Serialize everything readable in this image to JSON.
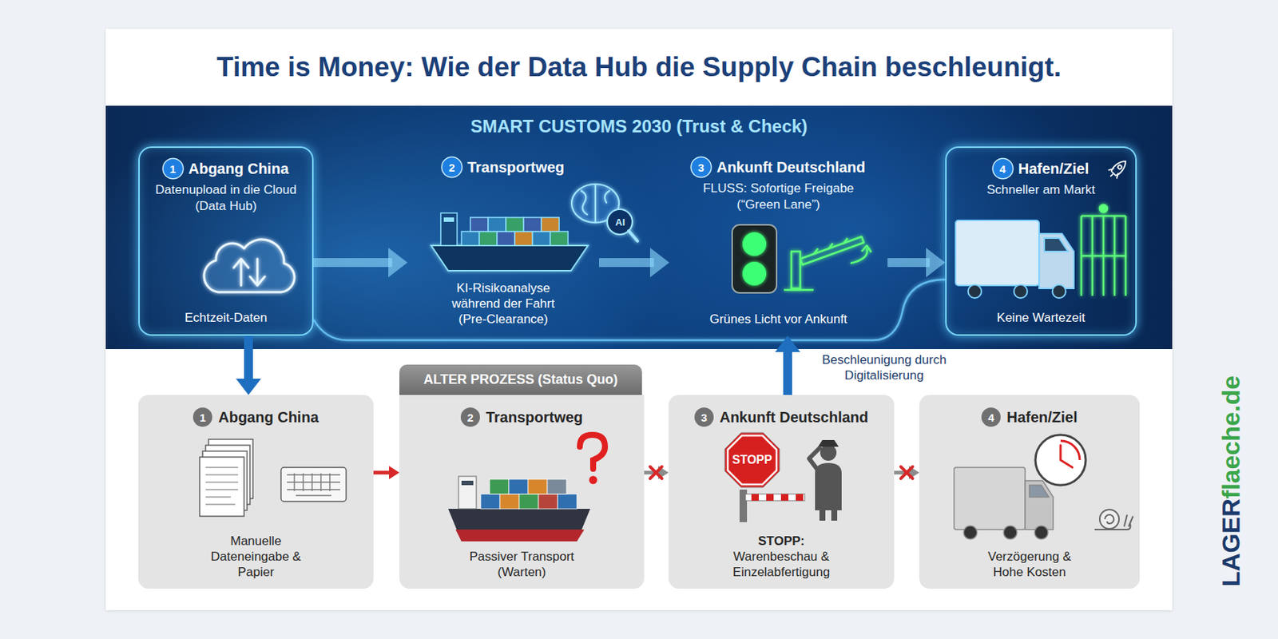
{
  "diagram": {
    "title": "Time is Money: Wie der Data Hub die Supply Chain beschleunigt.",
    "nodes": [
      {
        "text": [
          "SMART CUSTOMS 2030 (Trust & Check)"
        ]
      },
      {
        "text": [
          "1",
          "Abgang China",
          "Datenupload in die Cloud (Data Hub)",
          "Echtzeit-Daten"
        ],
        "in": 0
      },
      {
        "text": [
          "2",
          "Transportweg",
          "KI-Risikoanalyse während der Fahrt (Pre-Clearance)"
        ],
        "in": 0
      },
      {
        "text": [
          "3",
          "Ankunft Deutschland",
          "FLUSS: Sofortige Freigabe (“Green Lane”)",
          "Grünes Licht vor Ankunft"
        ],
        "in": 0
      },
      {
        "text": [
          "4",
          "Hafen/Ziel",
          "Schneller am Markt",
          "Keine Wartezeit"
        ],
        "in": 0
      },
      {
        "text": [
          "1",
          "Abgang China",
          "Manuelle Dateneingabe & Papier"
        ]
      },
      {
        "text": [
          "ALTER PROZESS (Status Quo)"
        ]
      },
      {
        "text": [
          "2",
          "Transportweg",
          "Passiver Transport (Warten)"
        ]
      },
      {
        "text": [
          "3",
          "Ankunft Deutschland",
          "STOPP:",
          "Warenbeschau & Einzelabfertigung"
        ]
      },
      {
        "text": [
          "4",
          "Hafen/Ziel",
          "Verzögerung & Hohe Kosten"
        ]
      }
    ],
    "edges": [
      {
        "from": 1,
        "to": 2,
        "arrow": "to"
      },
      {
        "from": 2,
        "to": 3,
        "arrow": "to"
      },
      {
        "from": 3,
        "to": 4,
        "arrow": "to"
      },
      {
        "from": 1,
        "to": 5,
        "arrow": "to"
      },
      {
        "from": 5,
        "to": 7,
        "arrow": "to"
      },
      {
        "from": 7,
        "to": 8,
        "arrow": "to"
      },
      {
        "from": 8,
        "to": 9,
        "arrow": "to"
      },
      {
        "from": 8,
        "to": 3,
        "label": "Beschleunigung durch Digitalisierung",
        "arrow": "to"
      }
    ],
    "labels": [
      "AI",
      "STOPP",
      "LAGER",
      "flaeche.de"
    ]
  }
}
